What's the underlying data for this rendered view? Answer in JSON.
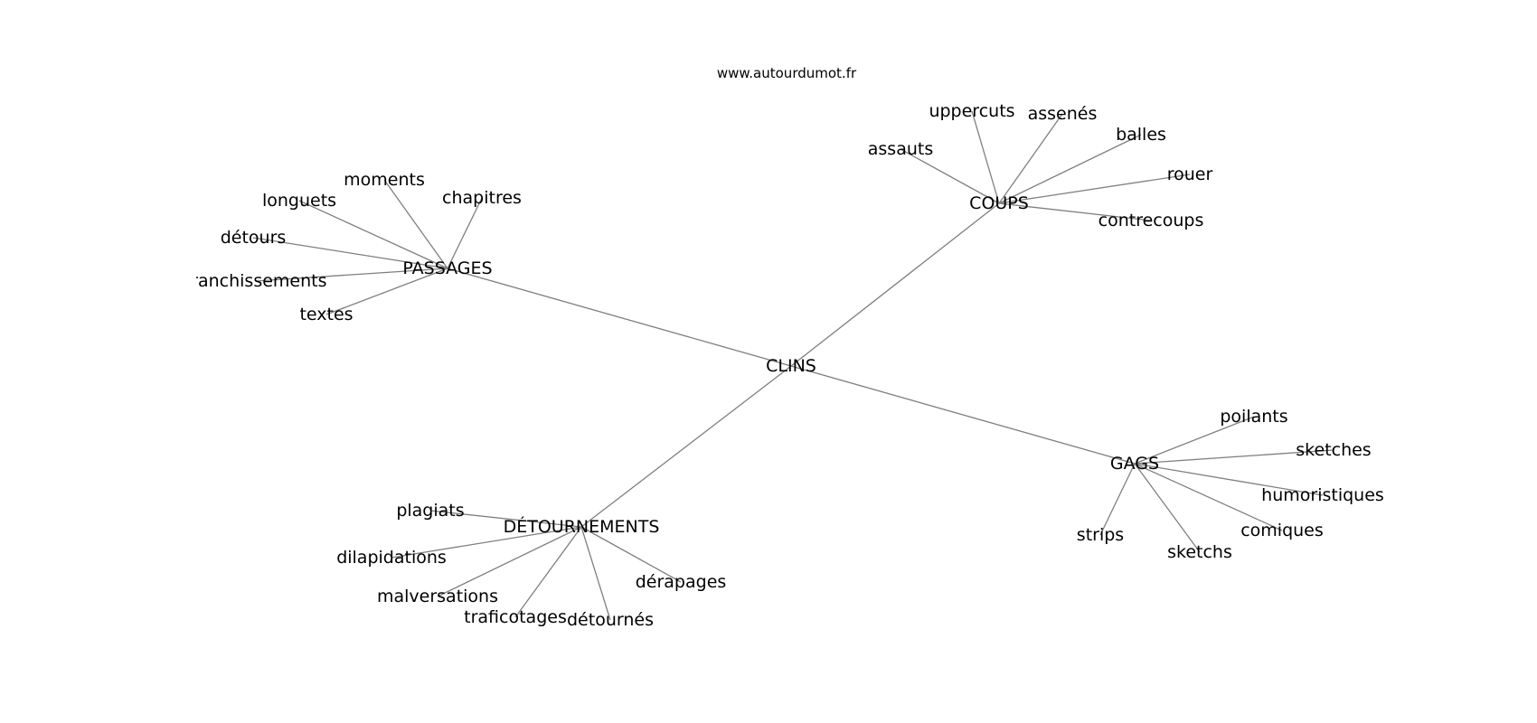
{
  "source_label": "www.autourdumot.fr",
  "colors": {
    "edge": "#7f7f7f",
    "text": "#000000",
    "background": "#ffffff"
  },
  "graph": {
    "center": "CLINS",
    "clusters": [
      {
        "hub": "COUPS",
        "words": [
          "uppercuts",
          "assenés",
          "assauts",
          "balles",
          "rouer",
          "contrecoups"
        ]
      },
      {
        "hub": "PASSAGES",
        "words": [
          "moments",
          "longuets",
          "chapitres",
          "détours",
          "franchissements",
          "textes"
        ]
      },
      {
        "hub": "GAGS",
        "words": [
          "poilants",
          "sketches",
          "humoristiques",
          "comiques",
          "strips",
          "sketchs"
        ]
      },
      {
        "hub": "DÉTOURNEMENTS",
        "words": [
          "plagiats",
          "dilapidations",
          "malversations",
          "traficotages",
          "détournés",
          "dérapages"
        ]
      }
    ]
  }
}
